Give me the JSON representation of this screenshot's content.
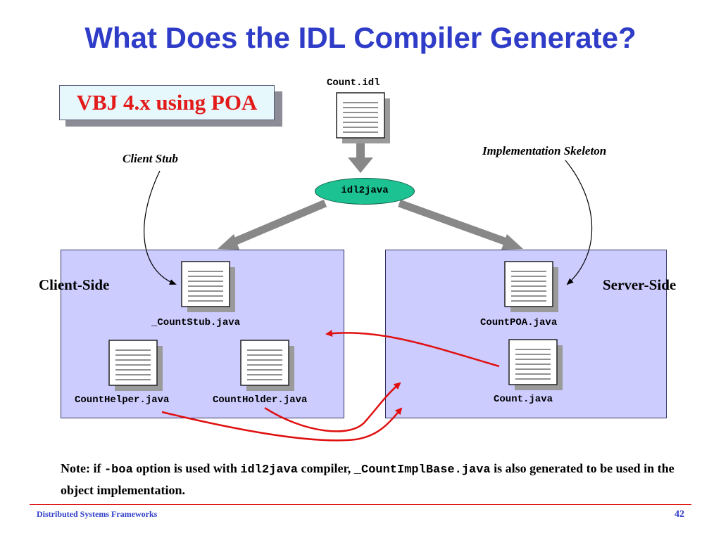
{
  "title": "What Does the IDL Compiler Generate?",
  "badge": "VBJ 4.x using POA",
  "idl_file": "Count.idl",
  "compiler": "idl2java",
  "annotations": {
    "client_stub": "Client Stub",
    "implementation_skeleton": "Implementation Skeleton"
  },
  "sides": {
    "client": "Client-Side",
    "server": "Server-Side"
  },
  "files": {
    "count_stub": "_CountStub.java",
    "count_helper": "CountHelper.java",
    "count_holder": "CountHolder.java",
    "count_poa": "CountPOA.java",
    "count": "Count.java"
  },
  "note": {
    "t1": "Note: if ",
    "c1": "-boa",
    "t2": " option is used with ",
    "c2": "idl2java",
    "t3": " compiler, ",
    "c3": "_CountImplBase.java",
    "t4": " is also generated to be used in the object implementation."
  },
  "footer": {
    "left": "Distributed Systems Frameworks",
    "page": "42"
  },
  "colors": {
    "title": "#2f3cc8",
    "badge_text": "#e21a1a",
    "panel": "#ccccff",
    "oval": "#1dc292",
    "red_arrow": "#e01010",
    "gray_arrow": "#888888"
  }
}
